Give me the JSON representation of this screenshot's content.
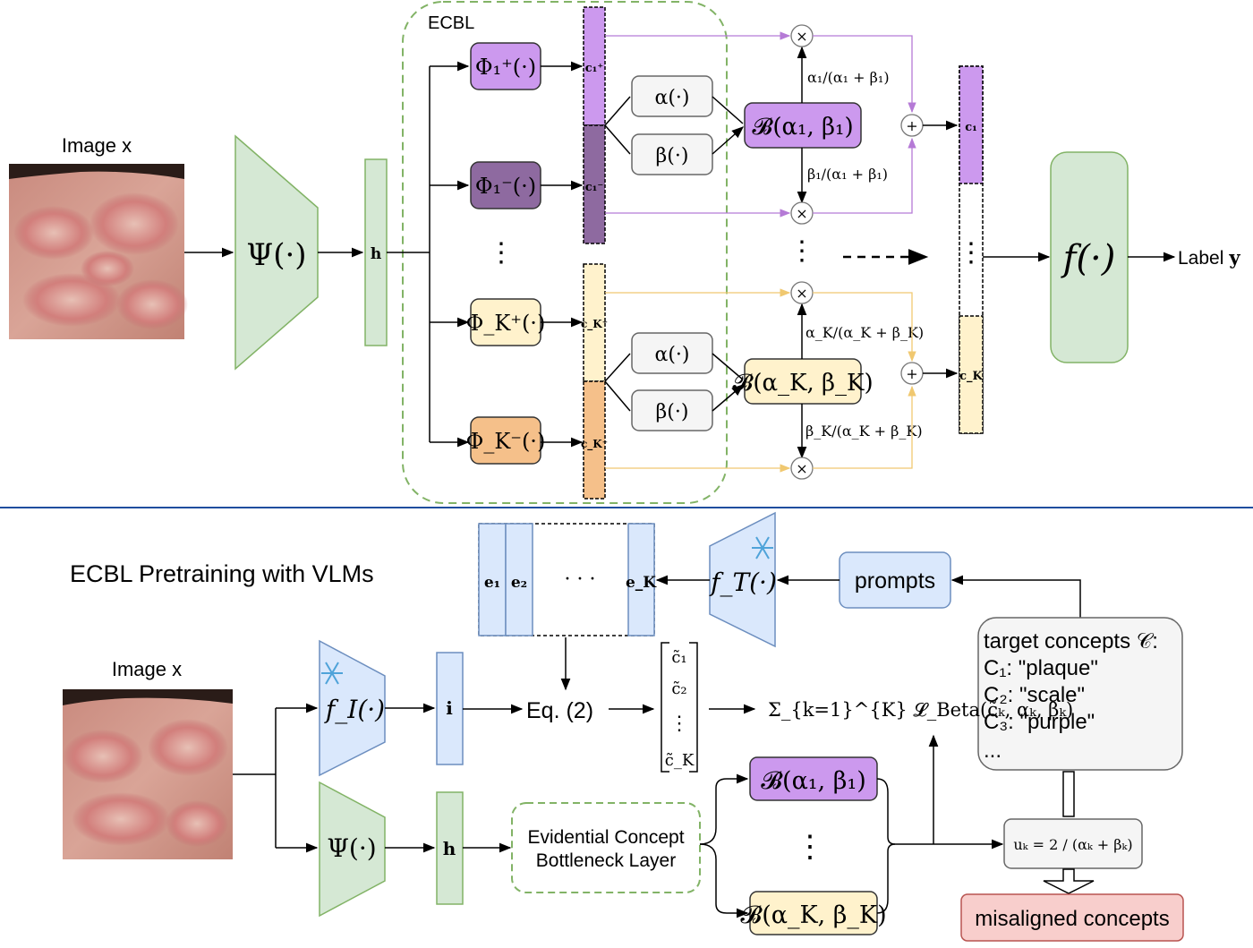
{
  "top": {
    "image_label": "Image x",
    "backbone": "Ψ(·)",
    "h": "h",
    "ecbl_label": "ECBL",
    "phi_1_plus": "Φ₁⁺(·)",
    "phi_1_minus": "Φ₁⁻(·)",
    "phi_k_plus": "Φ_K⁺(·)",
    "phi_k_minus": "Φ_K⁻(·)",
    "c1_plus": "c₁⁺",
    "c1_minus": "c₁⁻",
    "ck_plus": "c_K⁺",
    "ck_minus": "c_K⁻",
    "alpha_fn": "α(·)",
    "beta_fn": "β(·)",
    "beta_dist_1": "𝓑(α₁, β₁)",
    "beta_dist_k": "𝓑(α_K, β_K)",
    "w1_top": "α₁/(α₁ + β₁)",
    "w1_bot": "β₁/(α₁ + β₁)",
    "wk_top": "α_K/(α_K + β_K)",
    "wk_bot": "β_K/(α_K + β_K)",
    "times": "×",
    "plus": "+",
    "c1": "c₁",
    "ck": "c_K",
    "classifier": "f(·)",
    "label_prefix": "Label",
    "label_var": "y",
    "vdots": "⋮"
  },
  "bottom": {
    "title": "ECBL Pretraining with VLMs",
    "image_label": "Image x",
    "f_image": "f_I(·)",
    "i": "i",
    "backbone": "Ψ(·)",
    "h": "h",
    "eq": "Eq. (2)",
    "c_tilde_1": "c̃₁",
    "c_tilde_2": "c̃₂",
    "c_tilde_k": "c̃_K",
    "loss": "Σ_{k=1}^{K} 𝓛_Beta(c̃ₖ, αₖ, βₖ)",
    "ecbl_box": [
      "Evidential Concept",
      "Bottleneck Layer"
    ],
    "beta_dist_1": "𝓑(α₁, β₁)",
    "beta_dist_k": "𝓑(α_K, β_K)",
    "e1": "e₁",
    "e2": "e₂",
    "ek": "e_K",
    "ellipsis": "· · ·",
    "f_text": "f_T(·)",
    "prompts": "prompts",
    "concepts_title": "target concepts 𝒞:",
    "concepts": [
      "C₁: \"plaque\"",
      "C₂: \"scale\"",
      "C₃: \"purple\"",
      "..."
    ],
    "uncertainty": "uₖ = 2 / (αₖ + βₖ)",
    "misaligned": "misaligned concepts"
  },
  "colors": {
    "green_fill": "#d5e8d4",
    "green_stroke": "#82b366",
    "purple_light": "#cc99ee",
    "purple_dark": "#8e6aa0",
    "yellow_fill": "#fff2cc",
    "orange_fill": "#f5c08a",
    "blue_fill": "#dae8fc",
    "blue_stroke": "#6c8ebf",
    "gray_fill": "#f5f5f5",
    "red_fill": "#f8cecc",
    "divider": "#1f4e9e"
  }
}
